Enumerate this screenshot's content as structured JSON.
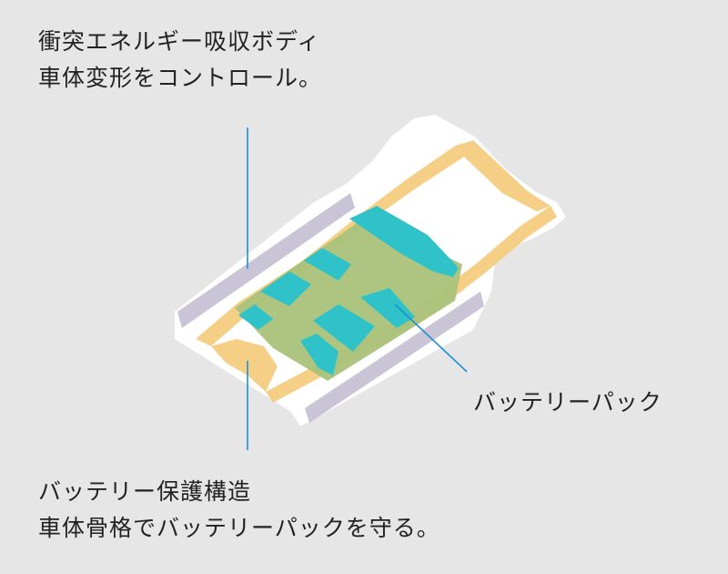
{
  "labels": {
    "body": {
      "line1": "衝突エネルギー吸収ボディ",
      "line2": "車体変形をコントロール。"
    },
    "structure": {
      "line1": "バッテリー保護構造",
      "line2": "車体骨格でバッテリーパックを守る。"
    },
    "battery": "バッテリーパック"
  },
  "colors": {
    "background": "#e6e6e6",
    "body": "#ffffff",
    "frame": "#f6cf86",
    "side_rail": "#c9c4d6",
    "battery_tray": "#a9c27a",
    "battery_cell": "#2fc2c9",
    "leader_line": "#1c8fd6",
    "text": "#222222"
  }
}
